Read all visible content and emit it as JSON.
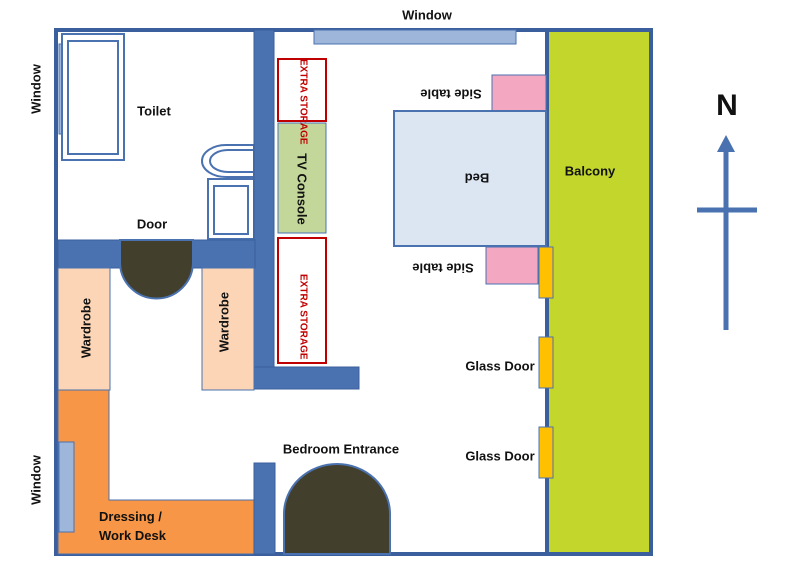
{
  "labels": {
    "window_top": "Window",
    "window_left_top": "Window",
    "window_left_bottom": "Window",
    "toilet": "Toilet",
    "door": "Door",
    "wardrobe_left": "Wardrobe",
    "wardrobe_right": "Wardrobe",
    "extra_storage_top": "EXTRA STORAGE",
    "extra_storage_bottom": "EXTRA STORAGE",
    "tv_console": "TV Console",
    "side_table_top": "Side table",
    "side_table_bottom": "Side table",
    "bed": "Bed",
    "balcony": "Balcony",
    "glass_door_1": "Glass Door",
    "glass_door_2": "Glass Door",
    "bedroom_entrance": "Bedroom Entrance",
    "dressing_line1": "Dressing /",
    "dressing_line2": "Work Desk",
    "north": "N"
  },
  "colors": {
    "wall": "#4a72b0",
    "wall_dark": "#3a5f9c",
    "window": "#9db6d9",
    "balcony": "#c3d62b",
    "wardrobe": "#fbd5b5",
    "desk": "#f79646",
    "tv_console": "#c4d79b",
    "storage_border": "#c00000",
    "side_table": "#f4a7c0",
    "bed": "#dce6f2",
    "glass_door": "#ffc000",
    "door_swing": "#423f2c"
  }
}
